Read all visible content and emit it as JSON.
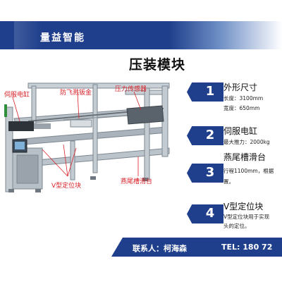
{
  "brand": "量益智能",
  "title": "压装模块",
  "annotations": {
    "servo": "伺服电缸",
    "guard": "防飞溅钣金",
    "sensor": "压力传感器",
    "vblock": "V型定位块",
    "slide": "燕尾槽滑台"
  },
  "features": [
    {
      "num": "1",
      "title": "外形尺寸",
      "lines": [
        "长度：3100mm",
        "宽度：650mm"
      ]
    },
    {
      "num": "2",
      "title": "伺服电缸",
      "lines": [
        "最大推力：2000kg"
      ]
    },
    {
      "num": "3",
      "title": "燕尾槽滑台",
      "lines": [
        "行程1100mm，根据",
        "置。"
      ]
    },
    {
      "num": "4",
      "title": "V型定位块",
      "lines": [
        "V型定位块用于实现",
        "头的定位。"
      ]
    }
  ],
  "footer": {
    "contact": "联系人：柯海森",
    "tel": "TEL: 180 72"
  },
  "colors": {
    "brand_blue": "#1f3f8c",
    "annotation_red": "#d8232a"
  }
}
